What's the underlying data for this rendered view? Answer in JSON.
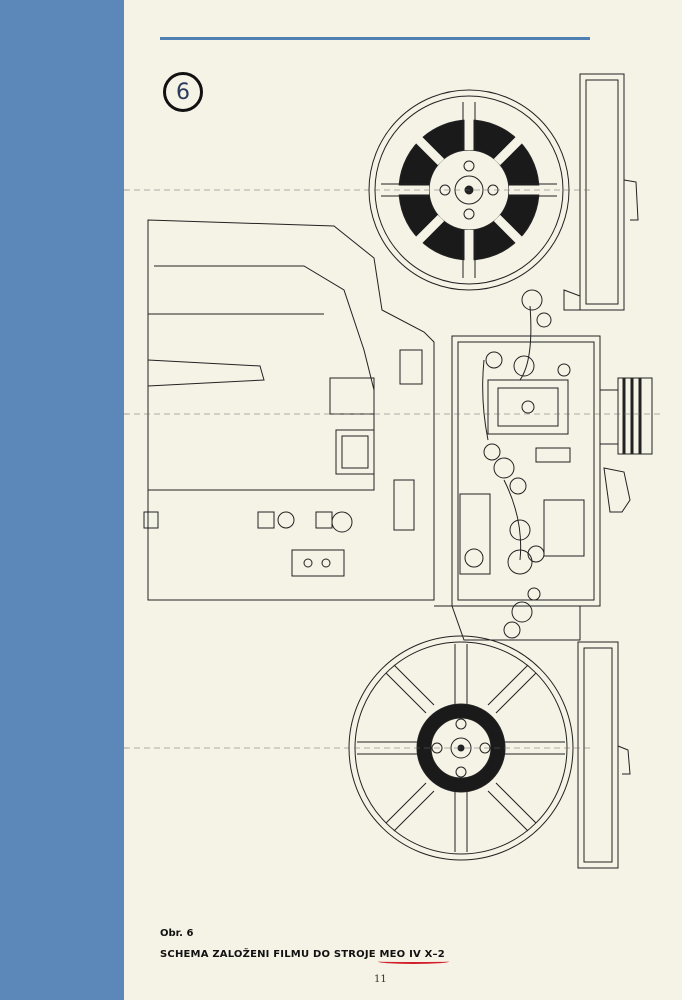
{
  "figure": {
    "number_badge": "6",
    "label": "Obr. 6",
    "caption_prefix": "SCHEMA ZALOŽENI FILMU DO STROJE",
    "caption_model": "MEO IV X–2"
  },
  "page_number": "11",
  "colors": {
    "side_band": "#5b88b8",
    "rule": "#4f80b3",
    "underline": "#d21f2c",
    "paper": "#f5f2e6"
  }
}
